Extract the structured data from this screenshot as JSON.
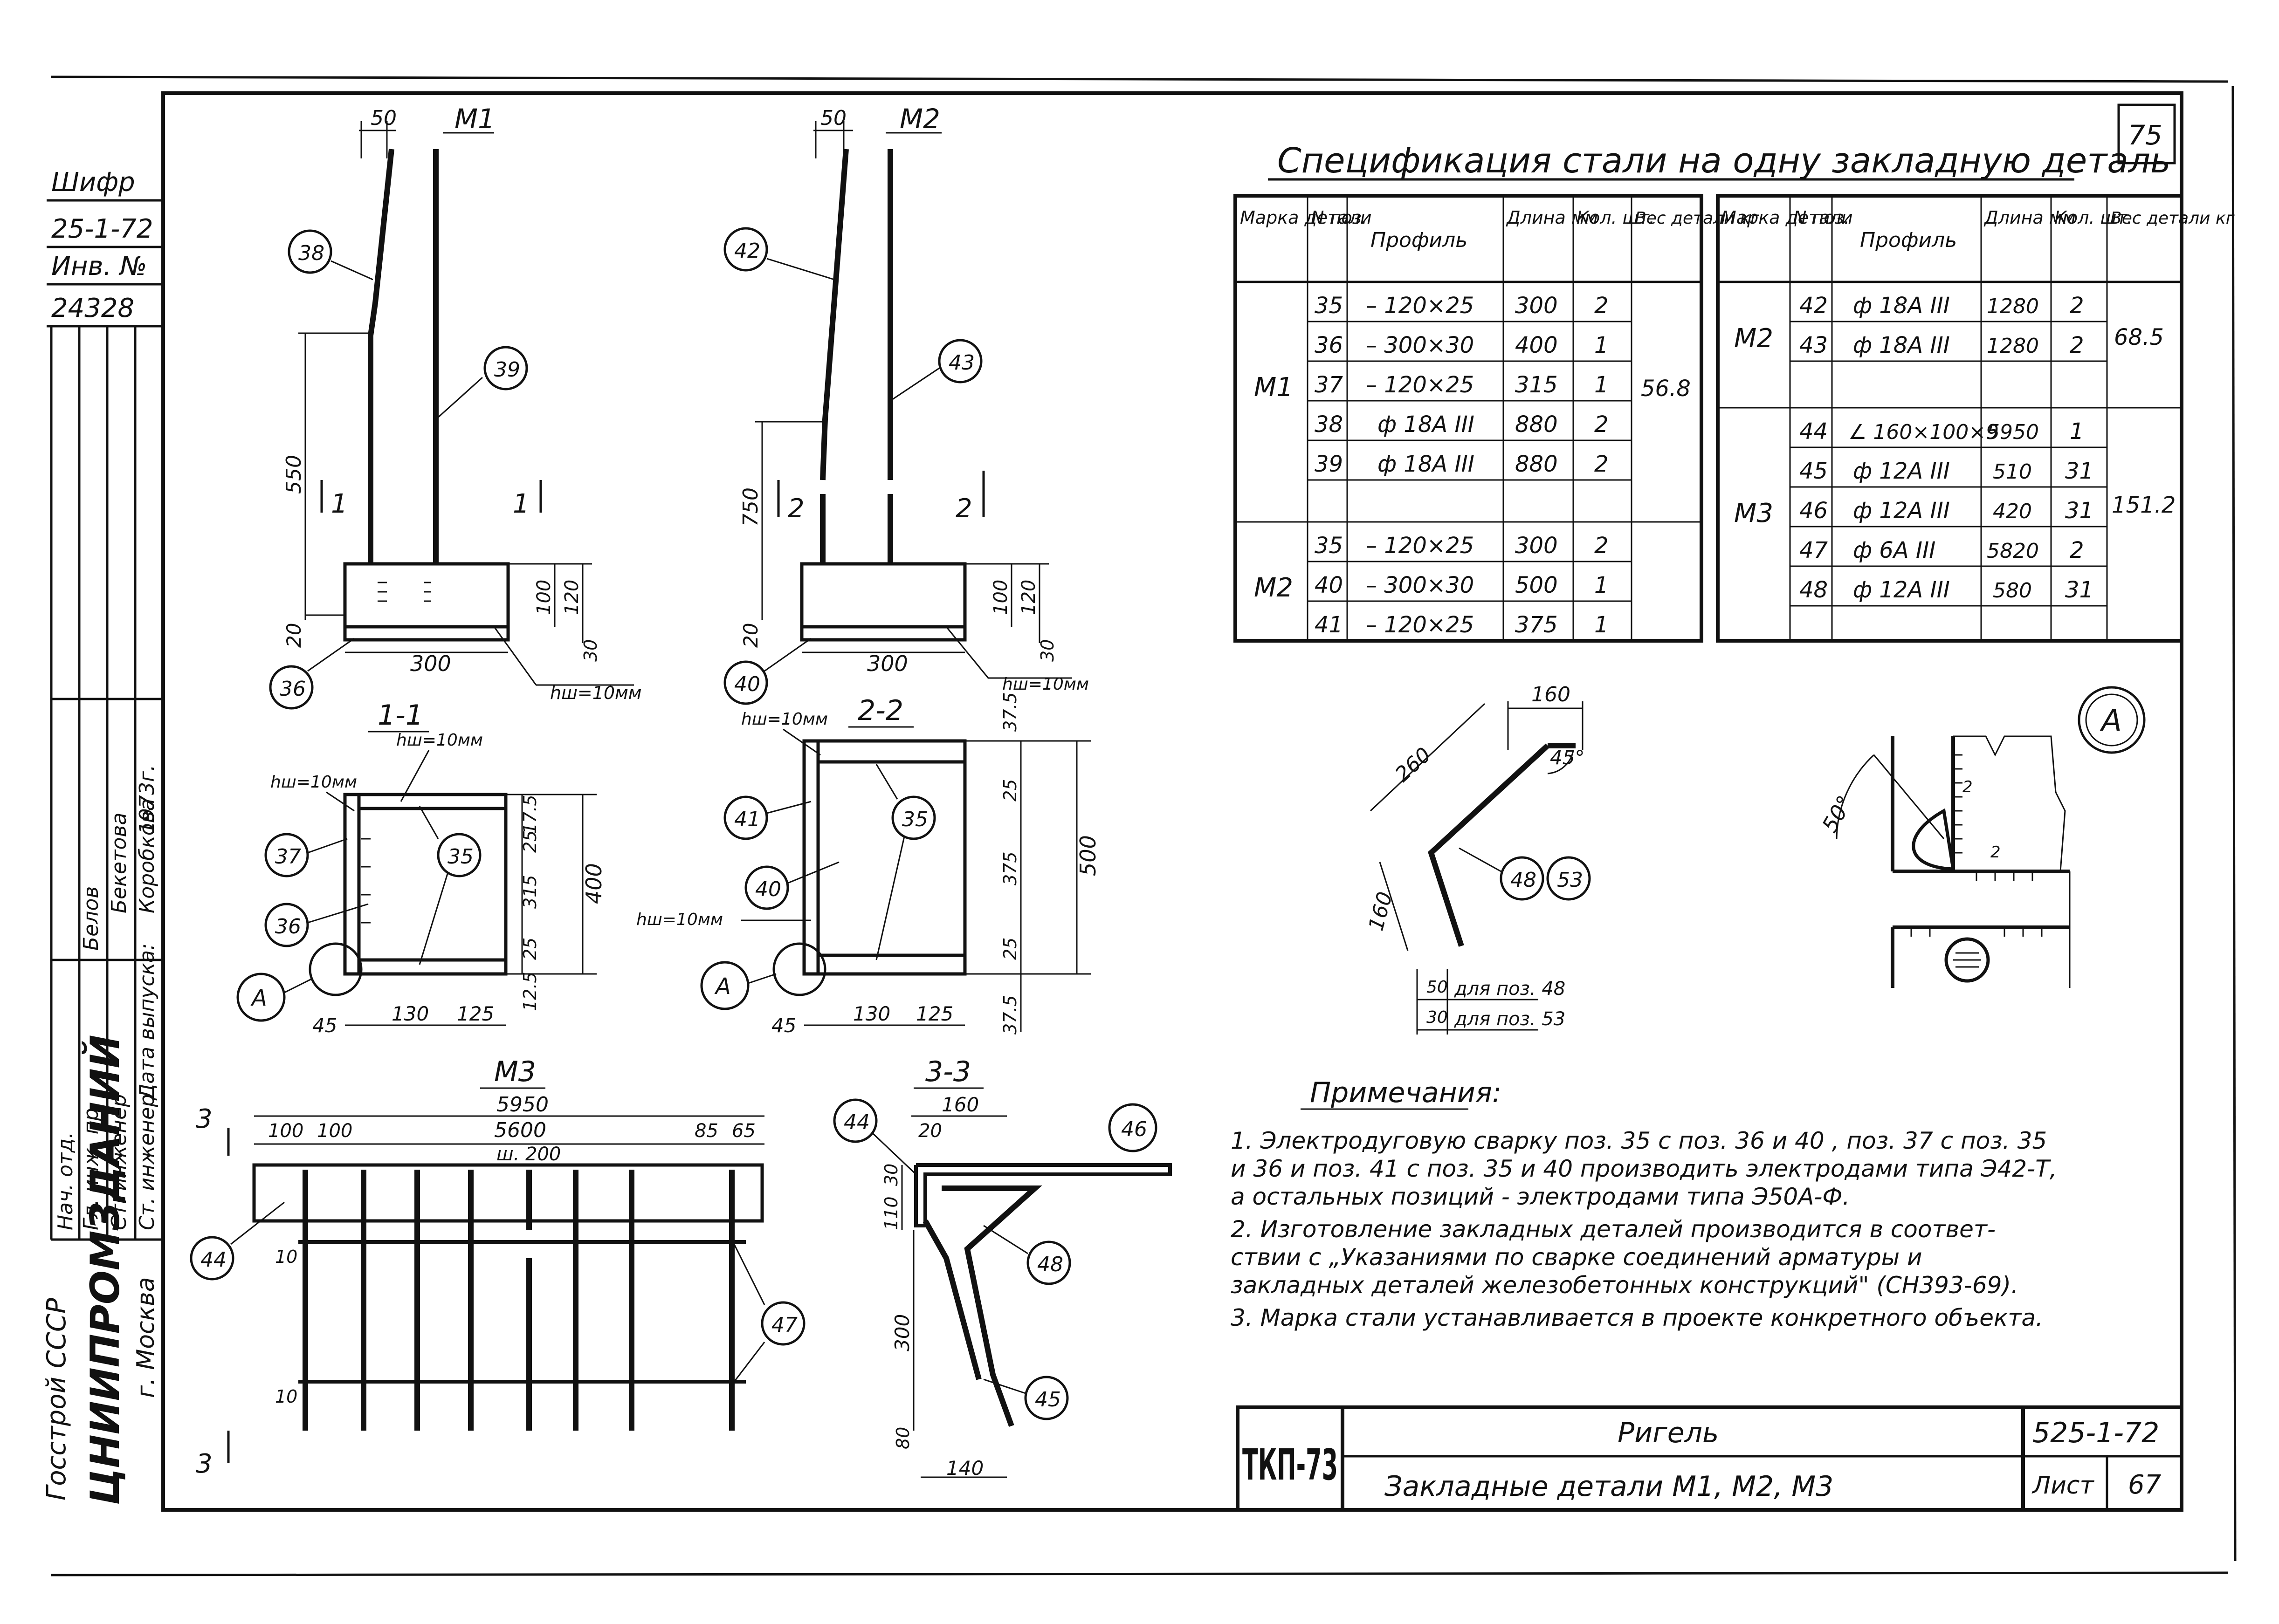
{
  "sheet_number_top": "75",
  "left_strip": {
    "code_label": "Шифр",
    "code_value": "25-1-72",
    "inv_label": "Инв. №",
    "inv_value": "24328",
    "signatures": [
      {
        "role": "Нач. отд.",
        "name": ""
      },
      {
        "role": "Гл. инж. пр.",
        "name": "Белов"
      },
      {
        "role": "Ст. инженер",
        "name": "Бекетова"
      },
      {
        "role": "Ст. инженер",
        "name": "Коробкова"
      },
      {
        "role": "Дата выпуска:",
        "name": "1973г."
      }
    ],
    "org_line1": "Госстрой СССР",
    "org_line2": "ЦНИИПРОМЗДАНИЙ",
    "org_line3": "г. Москва"
  },
  "spec": {
    "title": "Спецификация стали на одну закладную деталь",
    "headers": [
      "Марка детали",
      "N поз.",
      "Профиль",
      "Длина мм",
      "Кол. шт.",
      "Вес детали кг"
    ],
    "left_rows": [
      {
        "mark": "",
        "pos": "35",
        "profile": "– 120×25",
        "length": "300",
        "qty": "2",
        "weight": ""
      },
      {
        "mark": "",
        "pos": "36",
        "profile": "– 300×30",
        "length": "400",
        "qty": "1",
        "weight": ""
      },
      {
        "mark": "М1",
        "pos": "37",
        "profile": "– 120×25",
        "length": "315",
        "qty": "1",
        "weight": "56.8"
      },
      {
        "mark": "",
        "pos": "38",
        "profile": "ф 18А III",
        "length": "880",
        "qty": "2",
        "weight": ""
      },
      {
        "mark": "",
        "pos": "39",
        "profile": "ф 18А III",
        "length": "880",
        "qty": "2",
        "weight": ""
      },
      {
        "mark": "",
        "pos": "",
        "profile": "",
        "length": "",
        "qty": "",
        "weight": ""
      },
      {
        "mark": "",
        "pos": "35",
        "profile": "– 120×25",
        "length": "300",
        "qty": "2",
        "weight": ""
      },
      {
        "mark": "М2",
        "pos": "40",
        "profile": "– 300×30",
        "length": "500",
        "qty": "1",
        "weight": ""
      },
      {
        "mark": "",
        "pos": "41",
        "profile": "– 120×25",
        "length": "375",
        "qty": "1",
        "weight": ""
      }
    ],
    "right_rows": [
      {
        "mark": "",
        "pos": "42",
        "profile": "ф 18А III",
        "length": "1280",
        "qty": "2",
        "weight": ""
      },
      {
        "mark": "М2",
        "pos": "43",
        "profile": "ф 18А III",
        "length": "1280",
        "qty": "2",
        "weight": "68.5"
      },
      {
        "mark": "",
        "pos": "",
        "profile": "",
        "length": "",
        "qty": "",
        "weight": ""
      },
      {
        "mark": "",
        "pos": "44",
        "profile": "∠ 160×100×9",
        "length": "5950",
        "qty": "1",
        "weight": ""
      },
      {
        "mark": "",
        "pos": "45",
        "profile": "ф 12А III",
        "length": "510",
        "qty": "31",
        "weight": ""
      },
      {
        "mark": "М3",
        "pos": "46",
        "profile": "ф 12А III",
        "length": "420",
        "qty": "31",
        "weight": "151.2"
      },
      {
        "mark": "",
        "pos": "47",
        "profile": "ф 6А III",
        "length": "5820",
        "qty": "2",
        "weight": ""
      },
      {
        "mark": "",
        "pos": "48",
        "profile": "ф 12А III",
        "length": "580",
        "qty": "31",
        "weight": ""
      },
      {
        "mark": "",
        "pos": "",
        "profile": "",
        "length": "",
        "qty": "",
        "weight": ""
      }
    ]
  },
  "drawings": {
    "m1": {
      "title": "М1",
      "dim_top": "50",
      "dim_550": "550",
      "dim_20": "20",
      "dim_300": "300",
      "dim_100": "100",
      "dim_120": "120",
      "dim_30": "30",
      "weld": "hш=10мм",
      "section_mark": "1",
      "c38": "38",
      "c39": "39",
      "c36": "36"
    },
    "m2": {
      "title": "М2",
      "dim_top": "50",
      "dim_750": "750",
      "dim_20": "20",
      "dim_300": "300",
      "dim_100": "100",
      "dim_120": "120",
      "dim_30": "30",
      "weld": "hш=10мм",
      "section_mark": "2",
      "c42": "42",
      "c43": "43",
      "c40": "40"
    },
    "s11": {
      "title": "1-1",
      "weld_top": "hш=10мм",
      "weld_left": "hш=10мм",
      "dims_right": [
        "17.5",
        "25",
        "315",
        "25",
        "12.5"
      ],
      "dim_total": "400",
      "dims_bottom": [
        "45",
        "130",
        "125"
      ],
      "c37": "37",
      "c35": "35",
      "c36": "36",
      "detail": "А"
    },
    "s22": {
      "title": "2-2",
      "weld_top": "hш=10мм",
      "weld_left": "hш=10мм",
      "dims_right": [
        "37.5",
        "25",
        "375",
        "25",
        "37.5"
      ],
      "dim_total": "500",
      "dims_bottom": [
        "45",
        "130",
        "125"
      ],
      "c41": "41",
      "c35": "35",
      "c40": "40",
      "detail": "А"
    },
    "m3": {
      "title": "М3",
      "dim_total": "5950",
      "dim_inner": "5600",
      "pitch": "ш. 200",
      "dims_left": [
        "100",
        "100"
      ],
      "dims_right": [
        "85",
        "65"
      ],
      "dim_10a": "10",
      "dim_10b": "10",
      "section_mark": "3",
      "c44": "44",
      "c47": "47"
    },
    "s33": {
      "title": "3-3",
      "dim_160": "160",
      "dim_20": "20",
      "dim_30": "30",
      "dim_110": "110",
      "dim_300": "300",
      "dim_80": "80",
      "dim_140": "140",
      "c44": "44",
      "c46": "46",
      "c48": "48",
      "c45": "45"
    },
    "bent": {
      "dim_160": "160",
      "dim_260": "260",
      "angle": "45°",
      "dim_160b": "160",
      "dim_50": "50",
      "dim_30": "30",
      "for48": "для поз. 48",
      "for53": "для поз. 53",
      "c48": "48",
      "c53": "53"
    },
    "detail_a": {
      "title": "А",
      "angle": "50°",
      "dim_2a": "2",
      "dim_2b": "2"
    }
  },
  "notes": {
    "title": "Примечания:",
    "items": [
      "1. Электродуговую сварку поз. 35 с поз. 36 и 40 , поз. 37 с поз. 35",
      "   и 36 и поз. 41 с поз. 35 и 40 производить электродами типа Э42-Т,",
      "   а остальных позиций - электродами типа Э50А-Ф.",
      "2. Изготовление закладных деталей производится в соответ-",
      "   ствии с „Указаниями по сварке соединений арматуры и",
      "   закладных деталей железобетонных конструкций\" (СН393-69).",
      "3. Марка стали устанавливается в проекте конкретного объекта."
    ]
  },
  "title_block": {
    "code": "ТКП-73",
    "line1": "Ригель",
    "line2": "Закладные детали М1, М2, М3",
    "doc": "525-1-72",
    "sheet_label": "Лист",
    "sheet": "67"
  }
}
